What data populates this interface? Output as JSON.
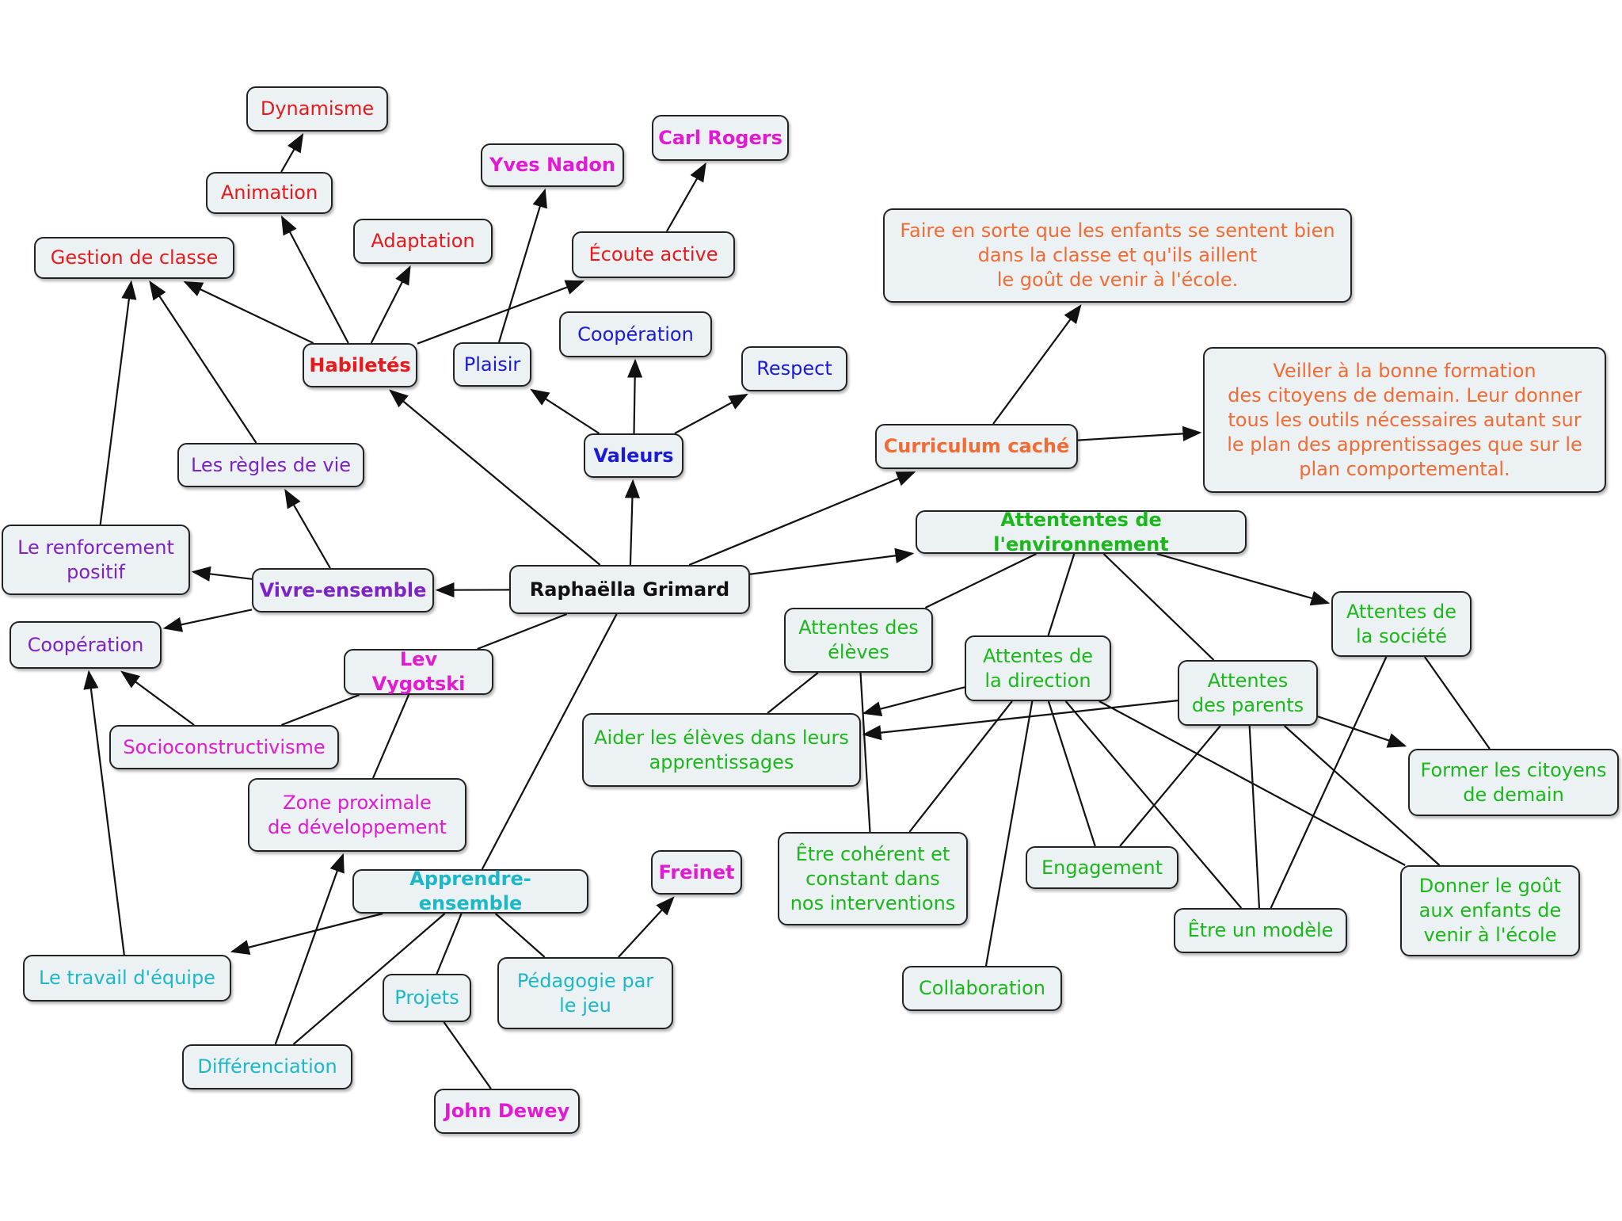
{
  "colors": {
    "center": "#111111",
    "red": "#e8191c",
    "magenta": "#e21ad4",
    "blue": "#1a1ad8",
    "orange": "#f26b35",
    "green": "#1bb81b",
    "purple": "#7c22c6",
    "cyan": "#1db8c8",
    "line": "#111111",
    "node_fill": "#ecf2f3"
  },
  "nodes": [
    {
      "id": "center",
      "label": "Raphaëlla Grimard",
      "color": "center",
      "bold": true
    },
    {
      "id": "habiletes",
      "label": "Habiletés",
      "color": "red",
      "bold": true
    },
    {
      "id": "gestion",
      "label": "Gestion de classe",
      "color": "red"
    },
    {
      "id": "animation",
      "label": "Animation",
      "color": "red"
    },
    {
      "id": "dynamisme",
      "label": "Dynamisme",
      "color": "red"
    },
    {
      "id": "adaptation",
      "label": "Adaptation",
      "color": "red"
    },
    {
      "id": "ecoute",
      "label": "Écoute active",
      "color": "red"
    },
    {
      "id": "rogers",
      "label": "Carl Rogers",
      "color": "magenta",
      "bold": true
    },
    {
      "id": "nadon",
      "label": "Yves Nadon",
      "color": "magenta",
      "bold": true
    },
    {
      "id": "valeurs",
      "label": "Valeurs",
      "color": "blue",
      "bold": true
    },
    {
      "id": "plaisir",
      "label": "Plaisir",
      "color": "blue"
    },
    {
      "id": "coop_val",
      "label": "Coopération",
      "color": "blue"
    },
    {
      "id": "respect",
      "label": "Respect",
      "color": "blue"
    },
    {
      "id": "curriculum",
      "label": "Curriculum caché",
      "color": "orange",
      "bold": true
    },
    {
      "id": "faire",
      "label": "Faire en sorte que les enfants se sentent bien\ndans la classe et qu'ils aillent\nle goût de venir à l'école.",
      "color": "orange"
    },
    {
      "id": "veiller",
      "label": "Veiller à la bonne formation\ndes citoyens de demain. Leur donner\ntous les outils nécessaires autant sur\nle plan des apprentissages que sur le\nplan comportemental.",
      "color": "orange"
    },
    {
      "id": "attentes_env",
      "label": "Attententes de l'environnement",
      "color": "green",
      "bold": true
    },
    {
      "id": "att_eleves",
      "label": "Attentes des\nélèves",
      "color": "green"
    },
    {
      "id": "att_direction",
      "label": "Attentes de\nla direction",
      "color": "green"
    },
    {
      "id": "att_parents",
      "label": "Attentes\ndes parents",
      "color": "green"
    },
    {
      "id": "att_societe",
      "label": "Attentes de\nla société",
      "color": "green"
    },
    {
      "id": "aider",
      "label": "Aider les élèves dans leurs\napprentissages",
      "color": "green"
    },
    {
      "id": "coherent",
      "label": "Être cohérent et\nconstant dans\nnos interventions",
      "color": "green"
    },
    {
      "id": "engagement",
      "label": "Engagement",
      "color": "green"
    },
    {
      "id": "modele",
      "label": "Être un modèle",
      "color": "green"
    },
    {
      "id": "collaboration",
      "label": "Collaboration",
      "color": "green"
    },
    {
      "id": "former",
      "label": "Former les citoyens\nde demain",
      "color": "green"
    },
    {
      "id": "donner",
      "label": "Donner le goût\naux enfants de\nvenir à l'école",
      "color": "green"
    },
    {
      "id": "vivre",
      "label": "Vivre-ensemble",
      "color": "purple",
      "bold": true
    },
    {
      "id": "regles",
      "label": "Les règles de vie",
      "color": "purple"
    },
    {
      "id": "renforcement",
      "label": "Le renforcement\npositif",
      "color": "purple"
    },
    {
      "id": "coop_vivre",
      "label": "Coopération",
      "color": "purple"
    },
    {
      "id": "vygotski",
      "label": "Lev Vygotski",
      "color": "magenta",
      "bold": true
    },
    {
      "id": "socio",
      "label": "Socioconstructivisme",
      "color": "magenta"
    },
    {
      "id": "zone",
      "label": "Zone proximale\nde développement",
      "color": "magenta"
    },
    {
      "id": "apprendre",
      "label": "Apprendre-ensemble",
      "color": "cyan",
      "bold": true
    },
    {
      "id": "travail",
      "label": "Le travail d'équipe",
      "color": "cyan"
    },
    {
      "id": "differenciation",
      "label": "Différenciation",
      "color": "cyan"
    },
    {
      "id": "projets",
      "label": "Projets",
      "color": "cyan"
    },
    {
      "id": "pedagogie",
      "label": "Pédagogie par\nle jeu",
      "color": "cyan"
    },
    {
      "id": "freinet",
      "label": "Freinet",
      "color": "magenta",
      "bold": true
    },
    {
      "id": "dewey",
      "label": "John Dewey",
      "color": "magenta",
      "bold": true
    }
  ],
  "edges": [
    {
      "from": "center",
      "to": "habiletes",
      "arrow": true
    },
    {
      "from": "center",
      "to": "valeurs",
      "arrow": true
    },
    {
      "from": "center",
      "to": "curriculum",
      "arrow": true
    },
    {
      "from": "center",
      "to": "attentes_env",
      "arrow": true
    },
    {
      "from": "center",
      "to": "vivre",
      "arrow": true
    },
    {
      "from": "center",
      "to": "vygotski",
      "arrow": false
    },
    {
      "from": "center",
      "to": "apprendre",
      "arrow": false
    },
    {
      "from": "habiletes",
      "to": "gestion",
      "arrow": true
    },
    {
      "from": "habiletes",
      "to": "animation",
      "arrow": true
    },
    {
      "from": "animation",
      "to": "dynamisme",
      "arrow": true
    },
    {
      "from": "habiletes",
      "to": "adaptation",
      "arrow": true
    },
    {
      "from": "habiletes",
      "to": "ecoute",
      "arrow": true
    },
    {
      "from": "ecoute",
      "to": "rogers",
      "arrow": true
    },
    {
      "from": "plaisir",
      "to": "nadon",
      "arrow": true
    },
    {
      "from": "valeurs",
      "to": "plaisir",
      "arrow": true
    },
    {
      "from": "valeurs",
      "to": "coop_val",
      "arrow": true
    },
    {
      "from": "valeurs",
      "to": "respect",
      "arrow": true
    },
    {
      "from": "curriculum",
      "to": "faire",
      "arrow": true
    },
    {
      "from": "curriculum",
      "to": "veiller",
      "arrow": true
    },
    {
      "from": "attentes_env",
      "to": "att_eleves",
      "arrow": false
    },
    {
      "from": "attentes_env",
      "to": "att_direction",
      "arrow": false
    },
    {
      "from": "attentes_env",
      "to": "att_parents",
      "arrow": false
    },
    {
      "from": "attentes_env",
      "to": "att_societe",
      "arrow": true
    },
    {
      "from": "att_eleves",
      "to": "aider",
      "arrow": false
    },
    {
      "from": "att_eleves",
      "to": "coherent",
      "arrow": false
    },
    {
      "from": "att_direction",
      "to": "aider",
      "arrow": true
    },
    {
      "from": "att_parents",
      "to": "aider",
      "arrow": true
    },
    {
      "from": "att_direction",
      "to": "coherent",
      "arrow": false
    },
    {
      "from": "att_direction",
      "to": "collaboration",
      "arrow": false
    },
    {
      "from": "att_direction",
      "to": "engagement",
      "arrow": false
    },
    {
      "from": "att_direction",
      "to": "modele",
      "arrow": false
    },
    {
      "from": "att_direction",
      "to": "donner",
      "arrow": false
    },
    {
      "from": "att_parents",
      "to": "engagement",
      "arrow": false
    },
    {
      "from": "att_parents",
      "to": "modele",
      "arrow": false
    },
    {
      "from": "att_parents",
      "to": "former",
      "arrow": true
    },
    {
      "from": "att_parents",
      "to": "donner",
      "arrow": false
    },
    {
      "from": "att_societe",
      "to": "modele",
      "arrow": false
    },
    {
      "from": "att_societe",
      "to": "former",
      "arrow": false
    },
    {
      "from": "vivre",
      "to": "regles",
      "arrow": true
    },
    {
      "from": "vivre",
      "to": "renforcement",
      "arrow": true
    },
    {
      "from": "vivre",
      "to": "coop_vivre",
      "arrow": true
    },
    {
      "from": "regles",
      "to": "gestion",
      "arrow": true
    },
    {
      "from": "renforcement",
      "to": "gestion",
      "arrow": true
    },
    {
      "from": "vygotski",
      "to": "socio",
      "arrow": false
    },
    {
      "from": "vygotski",
      "to": "zone",
      "arrow": false
    },
    {
      "from": "socio",
      "to": "coop_vivre",
      "arrow": true
    },
    {
      "from": "apprendre",
      "to": "travail",
      "arrow": true
    },
    {
      "from": "apprendre",
      "to": "differenciation",
      "arrow": false
    },
    {
      "from": "apprendre",
      "to": "projets",
      "arrow": false
    },
    {
      "from": "apprendre",
      "to": "pedagogie",
      "arrow": false
    },
    {
      "from": "pedagogie",
      "to": "freinet",
      "arrow": true
    },
    {
      "from": "projets",
      "to": "dewey",
      "arrow": false
    },
    {
      "from": "differenciation",
      "to": "zone",
      "arrow": true
    },
    {
      "from": "travail",
      "to": "coop_vivre",
      "arrow": true
    }
  ]
}
